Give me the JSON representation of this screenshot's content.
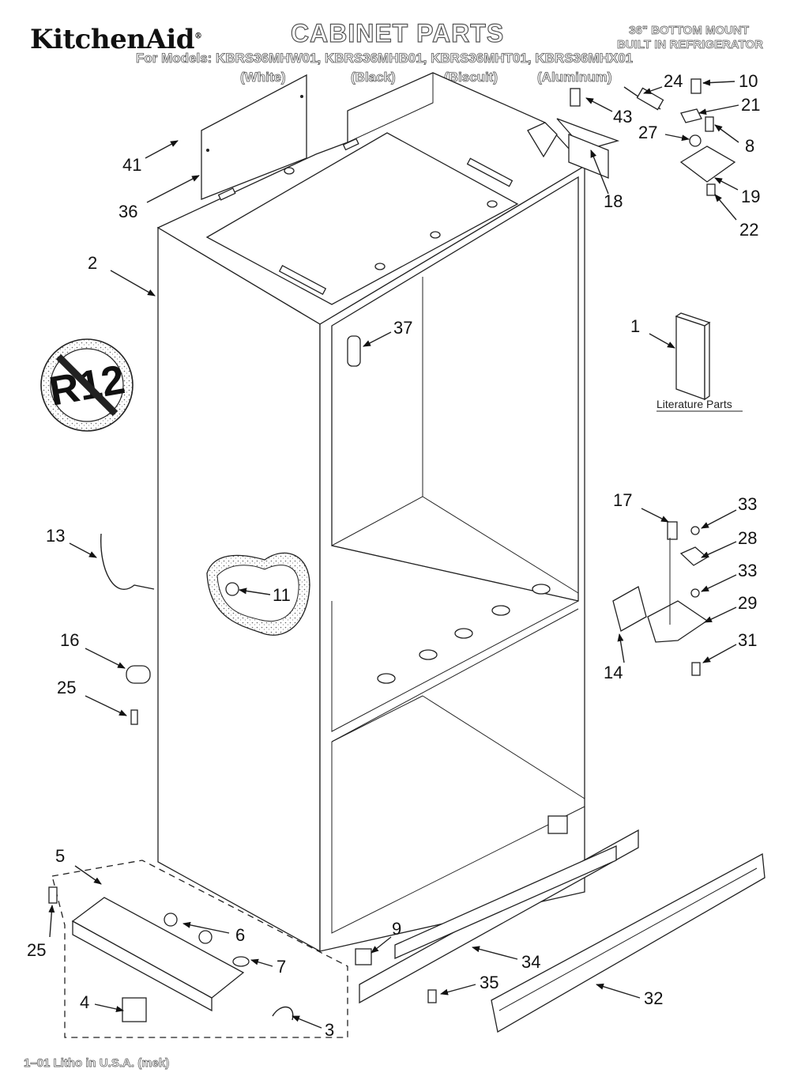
{
  "header": {
    "brand": "KitchenAid",
    "brand_mark": "®",
    "title": "CABINET PARTS",
    "models": "For Models: KBRS36MHW01, KBRS36MHB01, KBRS36MHT01, KBRS36MHX01",
    "finishes": [
      "(White)",
      "(Black)",
      "(Biscuit)",
      "(Aluminum)"
    ],
    "subtitle_line1": "36\" BOTTOM MOUNT",
    "subtitle_line2": "BUILT IN REFRIGERATOR"
  },
  "badge": {
    "text": "R12"
  },
  "literature_label": "Literature Parts",
  "footer": "1–01 Litho in U.S.A. (mek)",
  "callouts": {
    "c1": "1",
    "c2": "2",
    "c3": "3",
    "c4": "4",
    "c5": "5",
    "c6": "6",
    "c7": "7",
    "c8": "8",
    "c9": "9",
    "c10": "10",
    "c11": "11",
    "c13": "13",
    "c14": "14",
    "c16": "16",
    "c17": "17",
    "c18": "18",
    "c19": "19",
    "c21": "21",
    "c22": "22",
    "c24": "24",
    "c25a": "25",
    "c25b": "25",
    "c27": "27",
    "c28": "28",
    "c29": "29",
    "c31": "31",
    "c32": "32",
    "c33a": "33",
    "c33b": "33",
    "c34": "34",
    "c35": "35",
    "c36": "36",
    "c37": "37",
    "c41": "41",
    "c43": "43"
  }
}
